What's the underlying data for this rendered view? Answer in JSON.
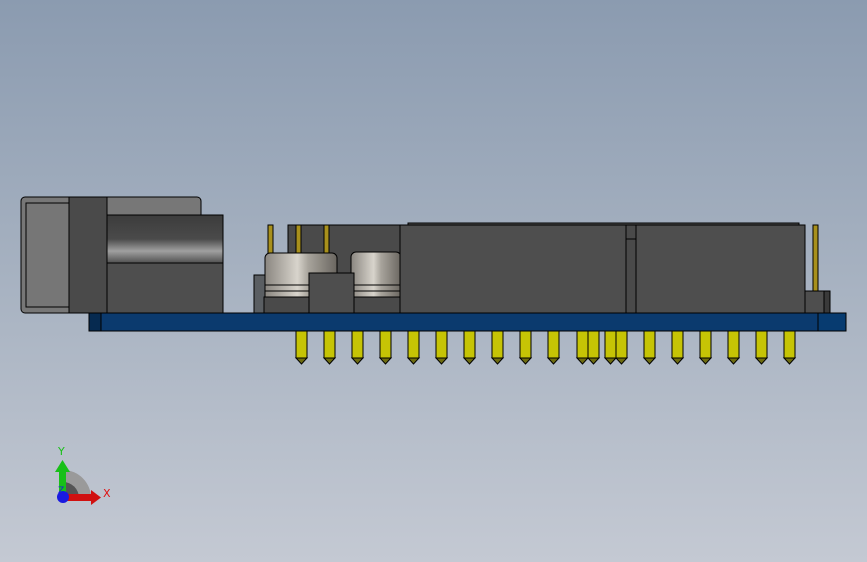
{
  "viewport": {
    "background_top": "#8b9bb0",
    "background_bottom": "#c4c9d3"
  },
  "model": {
    "pcb_color": "#0b3a6e",
    "component_body_color": "#4e4e4e",
    "pin_color": "#c6c405",
    "lead_color": "#a8901c",
    "pin_count_bottom": 20
  },
  "triad": {
    "x_label": "X",
    "y_label": "Y",
    "z_label": "Z",
    "x_color": "#e01010",
    "y_color": "#18c018",
    "z_color": "#1a1ae0"
  }
}
